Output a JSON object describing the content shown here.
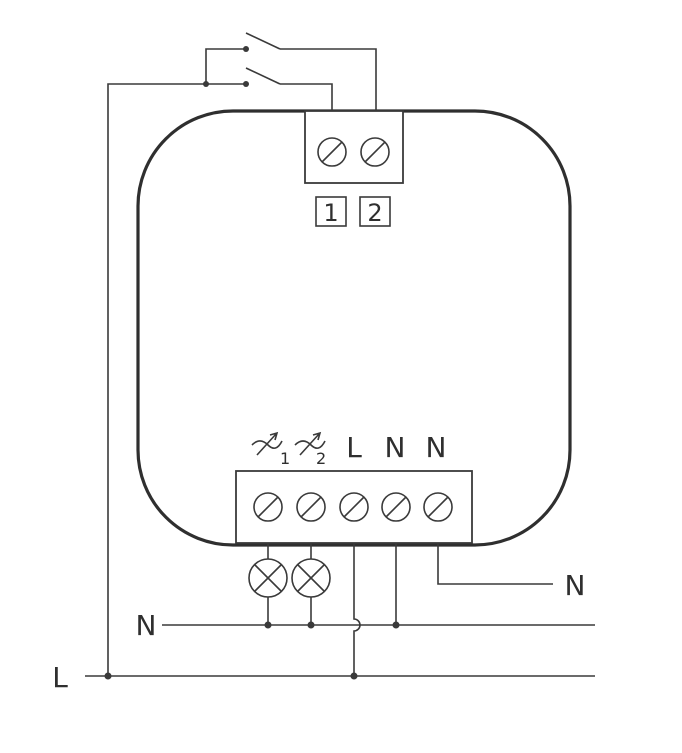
{
  "top_terminal": {
    "labels": [
      "1",
      "2"
    ]
  },
  "bottom_terminal": {
    "labels": [
      {
        "symbol": "dimmer-output-icon",
        "sub": "1"
      },
      {
        "symbol": "dimmer-output-icon",
        "sub": "2"
      },
      {
        "text": "L"
      },
      {
        "text": "N"
      },
      {
        "text": "N"
      }
    ]
  },
  "wires": {
    "neutral_out_label": "N",
    "neutral_bus_label": "N",
    "line_bus_label": "L"
  },
  "colors": {
    "line": "#3a3a3a",
    "body": "#2f2f2f"
  }
}
